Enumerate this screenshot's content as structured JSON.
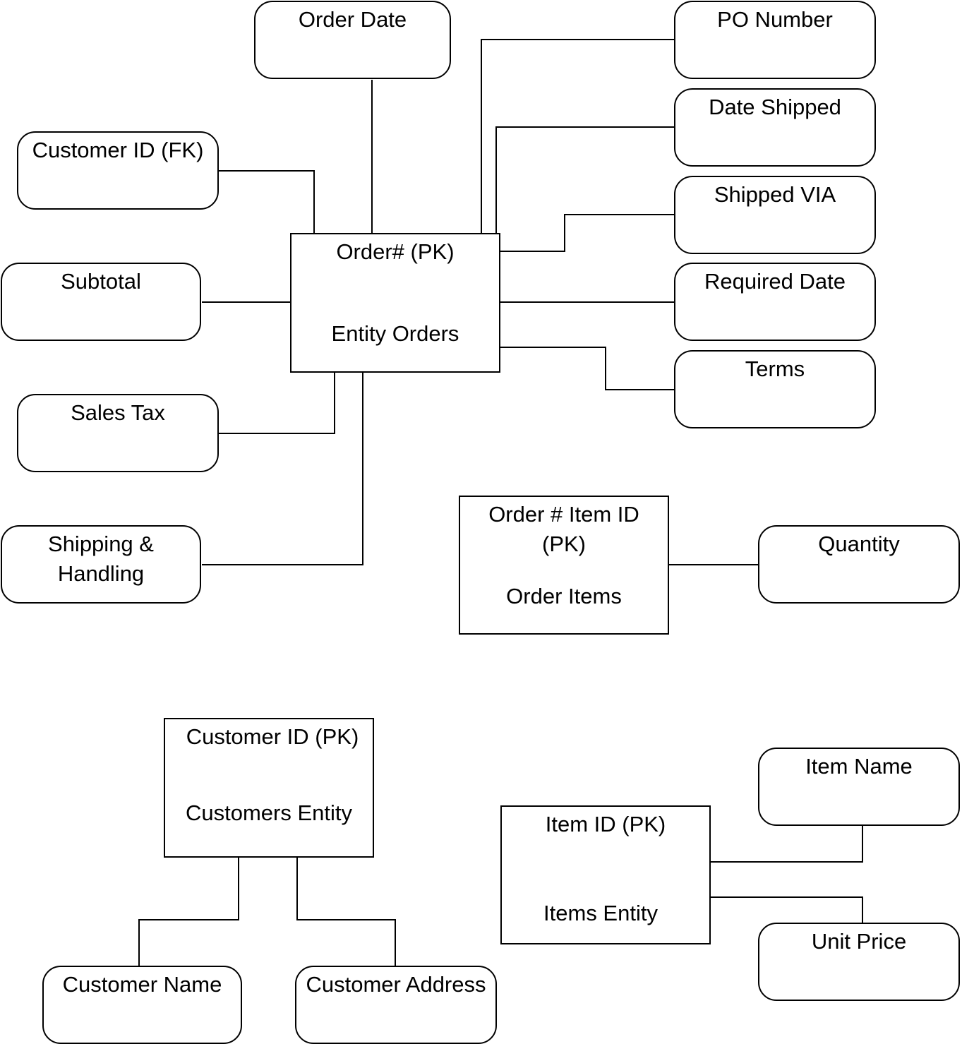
{
  "entities": {
    "orders": {
      "key": "Order# (PK)",
      "name": "Entity Orders"
    },
    "order_items": {
      "key": "Order # Item ID\n(PK)",
      "name": "Order Items"
    },
    "customers": {
      "key": "Customer ID (PK)",
      "name": "Customers Entity"
    },
    "items": {
      "key": "Item ID (PK)",
      "name": "Items Entity"
    }
  },
  "attributes": {
    "order_date": "Order Date",
    "po_number": "PO Number",
    "date_shipped": "Date Shipped",
    "customer_id_fk": "Customer ID (FK)",
    "shipped_via": "Shipped VIA",
    "subtotal": "Subtotal",
    "required_date": "Required Date",
    "terms": "Terms",
    "sales_tax": "Sales Tax",
    "shipping_handling": "Shipping &\nHandling",
    "quantity": "Quantity",
    "item_name": "Item Name",
    "unit_price": "Unit Price",
    "customer_name": "Customer Name",
    "customer_address": "Customer Address"
  }
}
